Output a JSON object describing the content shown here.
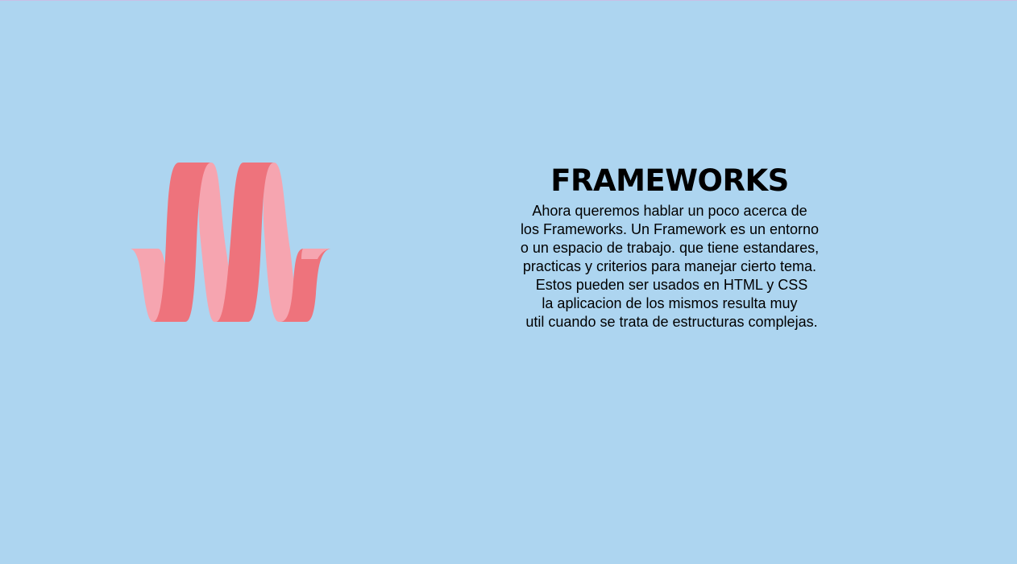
{
  "section": {
    "title": "FRAMEWORKS",
    "paragraph_lines": [
      "Ahora queremos hablar un poco acerca de",
      "los Frameworks. Un Framework es un entorno",
      "o un espacio de trabajo. que tiene estandares,",
      "practicas y criterios para manejar cierto tema.",
      " Estos pueden ser usados en HTML y CSS",
      "la aplicacion de los mismos resulta muy",
      " util cuando se trata de estructuras complejas."
    ]
  },
  "logo": {
    "icon": "ribbon-wave-logo",
    "color_light": "#f6a5b0",
    "color_dark": "#ee737c"
  },
  "colors": {
    "background": "#add5f0",
    "text": "#000000"
  }
}
